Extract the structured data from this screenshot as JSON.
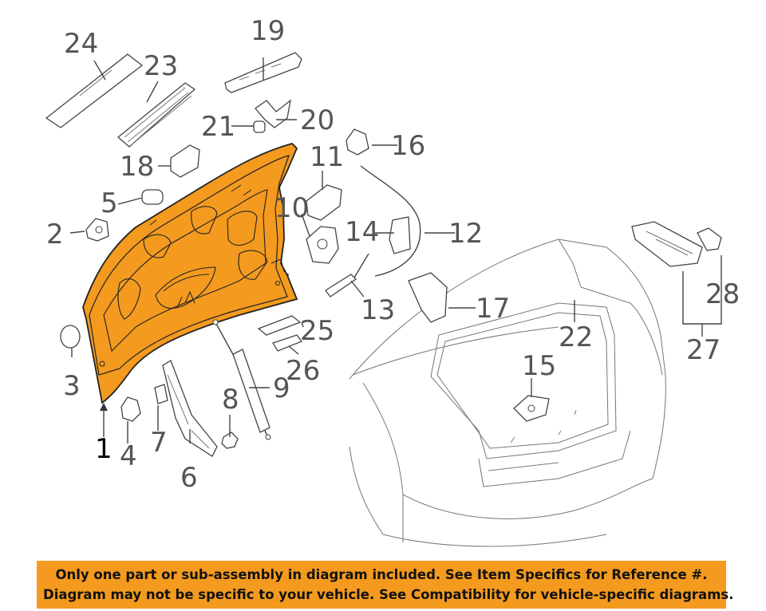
{
  "callouts": {
    "c1": "1",
    "c2": "2",
    "c3": "3",
    "c4": "4",
    "c5": "5",
    "c6": "6",
    "c7": "7",
    "c8": "8",
    "c9": "9",
    "c10": "10",
    "c11": "11",
    "c12": "12",
    "c13": "13",
    "c14": "14",
    "c15": "15",
    "c16": "16",
    "c17": "17",
    "c18": "18",
    "c19": "19",
    "c20": "20",
    "c21": "21",
    "c22": "22",
    "c23": "23",
    "c24": "24",
    "c25": "25",
    "c26": "26",
    "c27": "27",
    "c28": "28"
  },
  "notice": {
    "line1": "Only one part or sub-assembly in diagram included. See Item Specifics for Reference #.",
    "line2": "Diagram may not be specific to your vehicle. See Compatibility for vehicle-specific diagrams."
  },
  "colors": {
    "highlight_part": "#f39a1f",
    "notice_background": "#f39a1f",
    "callout_text": "#555555",
    "main_callout_text": "#000000"
  }
}
